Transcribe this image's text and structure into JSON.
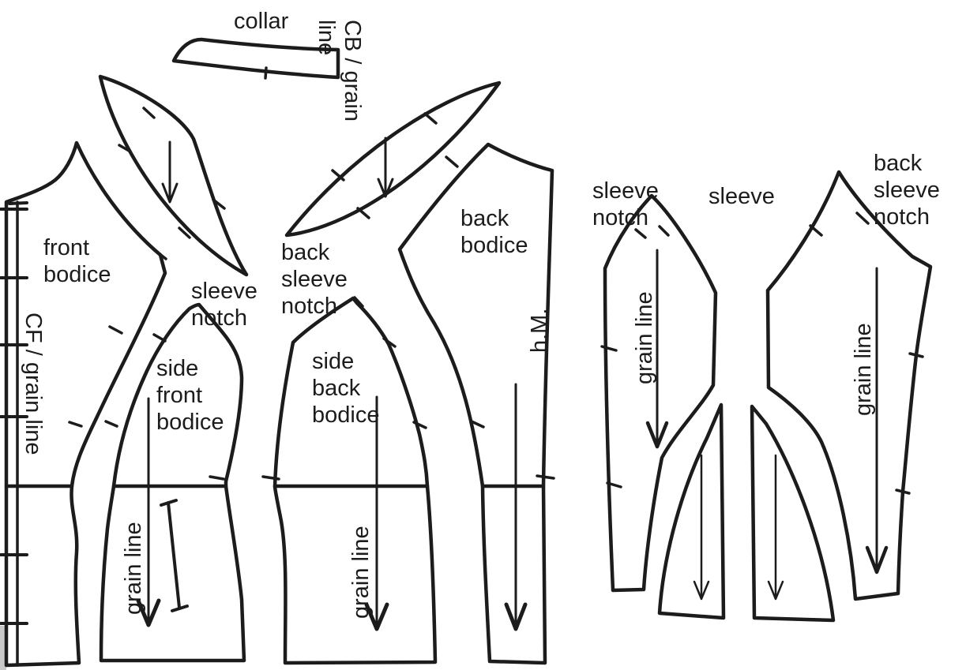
{
  "diagram": {
    "type": "sewing-pattern-cutting-layout",
    "background": "#ffffff",
    "line_color": "#1c1c1c",
    "labels": {
      "collar": "collar",
      "cb_grain_line": "CB / grain line",
      "front_bodice": "front bodice",
      "cf_grain_line": "CF / grain line",
      "sleeve_notch": "sleeve notch",
      "back_sleeve_notch": "back sleeve notch",
      "side_front_bodice": "side front bodice",
      "side_back_bodice": "side back bodice",
      "back_bodice": "back bodice",
      "center_back_abbrev": "h.M.",
      "grain_line": "grain line",
      "sleeve": "sleeve"
    },
    "pieces": [
      "collar",
      "front bodice",
      "side front bodice",
      "back bodice",
      "side back bodice",
      "sleeve"
    ],
    "icons": {
      "grain_arrow": "downward arrow",
      "notch": "short tick mark"
    }
  }
}
